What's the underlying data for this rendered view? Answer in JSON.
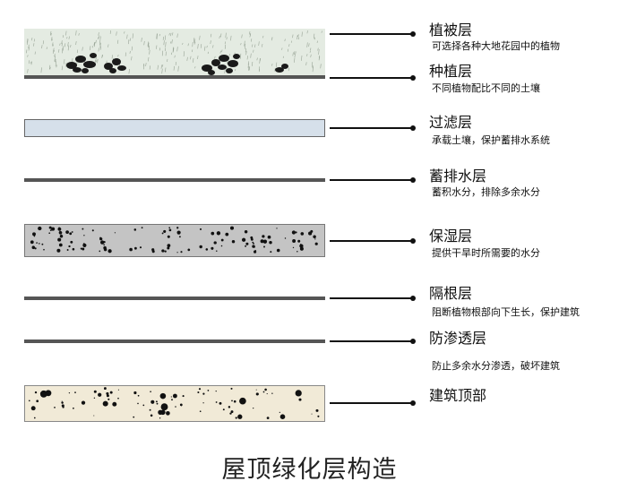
{
  "title": "屋顶绿化层构造",
  "colors": {
    "vegetation_bg": "#e4ebe2",
    "filter": "#d6e0ea",
    "retention": "#c4c4c4",
    "roof": "#f1ead7",
    "thin_line": "#555555",
    "leader": "#111111"
  },
  "layers": [
    {
      "key": "vegetation",
      "name": "植被层",
      "desc": "可选择各种大地花园中的植物"
    },
    {
      "key": "planting",
      "name": "种植层",
      "desc": "不同植物配比不同的土壤"
    },
    {
      "key": "filter",
      "name": "过滤层",
      "desc": "承载土壤，保护蓄排水系统"
    },
    {
      "key": "drainage",
      "name": "蓄排水层",
      "desc": "蓄积水分，排除多余水分"
    },
    {
      "key": "retention",
      "name": "保湿层",
      "desc": "提供干旱时所需要的水分"
    },
    {
      "key": "root_barrier",
      "name": "隔根层",
      "desc": "阻断植物根部向下生长，保护建筑"
    },
    {
      "key": "waterproof",
      "name": "防渗透层",
      "desc": "防止多余水分渗透，破坏建筑"
    },
    {
      "key": "roof",
      "name": "建筑顶部",
      "desc": ""
    }
  ]
}
